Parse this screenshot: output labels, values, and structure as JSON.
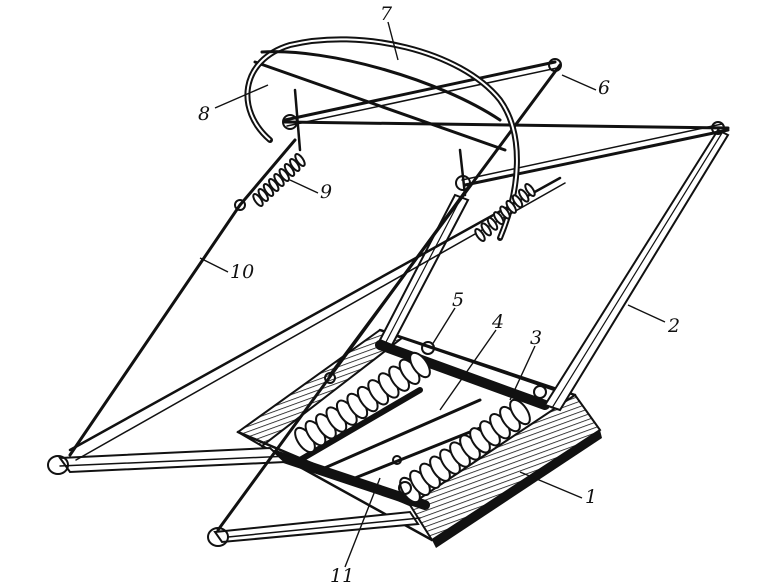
{
  "callouts": [
    {
      "id": "1",
      "text": "1"
    },
    {
      "id": "2",
      "text": "2"
    },
    {
      "id": "3",
      "text": "3"
    },
    {
      "id": "4",
      "text": "4"
    },
    {
      "id": "5",
      "text": "5"
    },
    {
      "id": "6",
      "text": "6"
    },
    {
      "id": "7",
      "text": "7"
    },
    {
      "id": "8",
      "text": "8"
    },
    {
      "id": "9",
      "text": "9"
    },
    {
      "id": "10",
      "text": "10"
    },
    {
      "id": "11",
      "text": "11"
    }
  ],
  "colors": {
    "ink": "#111111",
    "paper": "#ffffff"
  }
}
